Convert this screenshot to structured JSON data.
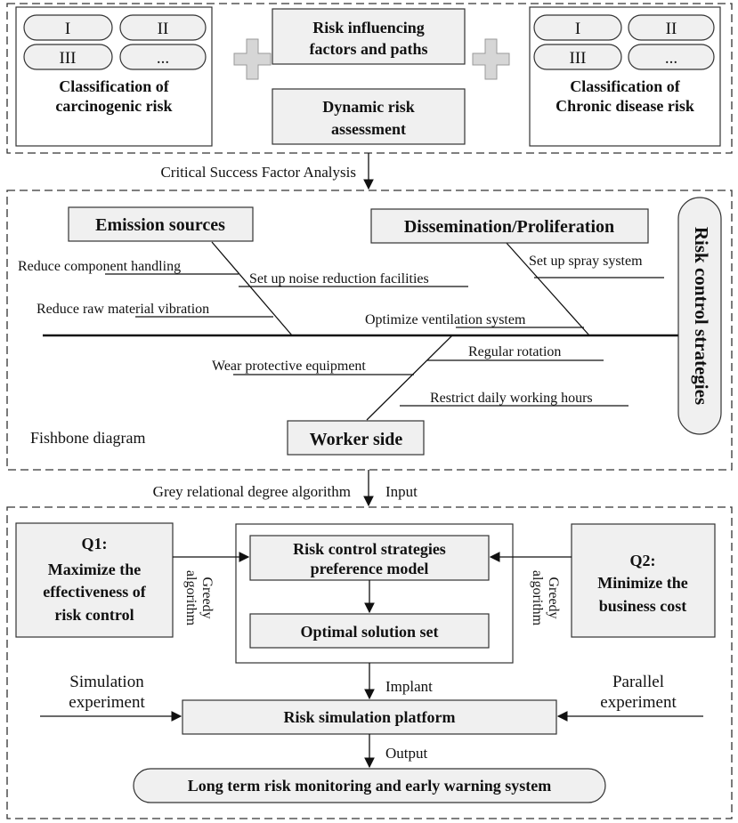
{
  "section1": {
    "pills_left": [
      "I",
      "II",
      "III",
      "..."
    ],
    "pills_right": [
      "I",
      "II",
      "III",
      "..."
    ],
    "carcinogenic": [
      "Classification of",
      "carcinogenic risk"
    ],
    "chronic": [
      "Classification of",
      "Chronic disease risk"
    ],
    "factors": [
      "Risk influencing",
      "factors and paths"
    ],
    "dynamic": [
      "Dynamic risk",
      "assessment"
    ]
  },
  "arrow1_label": "Critical Success Factor Analysis",
  "fishbone": {
    "emission": "Emission sources",
    "dissemination": "Dissemination/Proliferation",
    "worker": "Worker side",
    "head": "Risk control strategies",
    "caption": "Fishbone diagram",
    "labels": {
      "reduce_component": "Reduce component handling",
      "noise": "Set up noise reduction facilities",
      "reduce_raw": "Reduce raw material vibration",
      "spray": "Set up spray system",
      "ventilation": "Optimize ventilation system",
      "wear": "Wear protective equipment",
      "rotation": "Regular rotation",
      "restrict": "Restrict daily working hours"
    }
  },
  "arrow2": {
    "left": "Grey relational degree algorithm",
    "right": "Input"
  },
  "section3": {
    "q1": [
      "Q1:",
      "Maximize the",
      "effectiveness of",
      "risk control"
    ],
    "q2": [
      "Q2:",
      "Minimize the",
      "business cost"
    ],
    "greedy_left": [
      "Greedy",
      "algorithm"
    ],
    "greedy_right": [
      "Greedy",
      "algorithm"
    ],
    "preference": [
      "Risk control strategies",
      "preference model"
    ],
    "optimal": "Optimal solution set",
    "implant": "Implant",
    "simulation": [
      "Simulation",
      "experiment"
    ],
    "parallel": [
      "Parallel",
      "experiment"
    ],
    "platform": "Risk simulation platform",
    "output": "Output",
    "longterm": "Long term risk monitoring and early warning system"
  }
}
